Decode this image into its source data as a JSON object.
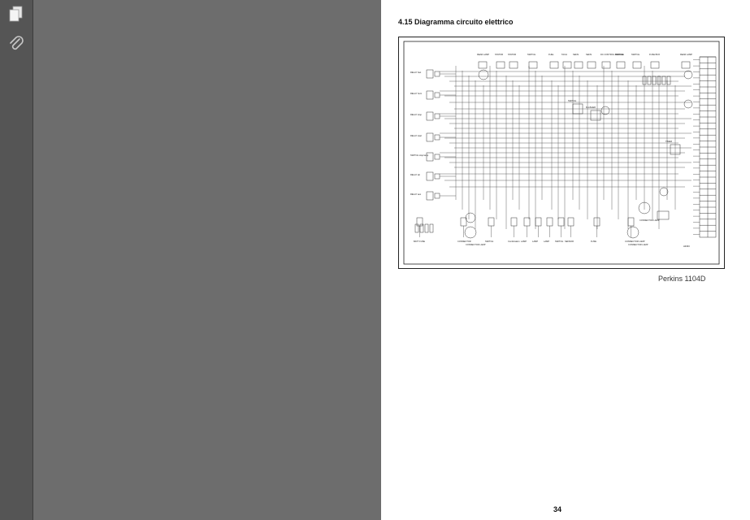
{
  "nav": {
    "pages_icon": "pages-icon",
    "attachments_icon": "paperclip-icon"
  },
  "document": {
    "section_title": "4.15 Diagramma circuito elettrico",
    "footer_brand": "Perkins 1104D",
    "page_number": "34"
  },
  "diagram": {
    "left_relays": [
      "RELAY fuel",
      "RELAY horn",
      "RELAY stop",
      "RELAY start",
      "SWITCH stop lamp",
      "RELAY alt",
      "RELAY aux"
    ],
    "top_labels": [
      "REAR LAMP",
      "STATOR",
      "STATOR",
      "SWITCH",
      "FUEL",
      "TACH",
      "SENS",
      "SENS",
      "DC CONTROL MODULE",
      "SWITCH",
      "SWITCH",
      "FUSE BOX",
      "REAR LAMP"
    ],
    "mid_labels": [
      "SWITCH",
      "FLASHER",
      "TIMER",
      "CONNECTOR LAMP",
      "CONNECTOR LAMP",
      "CONNECTOR LAMP"
    ],
    "bottom_labels": [
      "BATT FUSE",
      "CONNECTOR",
      "SWITCH",
      "Combination",
      "LAMP",
      "LAMP",
      "LAMP",
      "SWITCH",
      "SENSOR",
      "FUSE",
      "CONNECTOR LAMP"
    ],
    "drawing_code": "H4093"
  },
  "colors": {
    "page": "#ffffff",
    "viewer": "#6d6d6d",
    "nav": "#555555"
  }
}
